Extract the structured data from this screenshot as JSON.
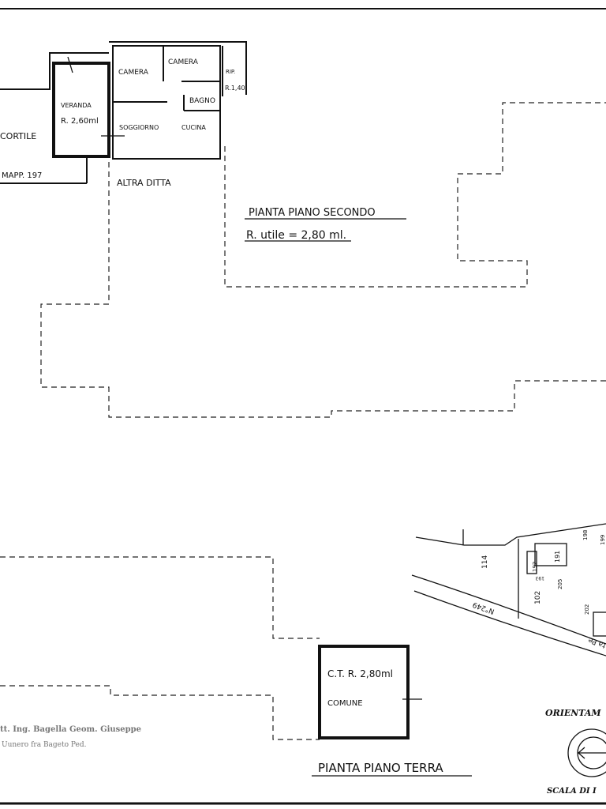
{
  "plan_second_floor": {
    "title": "PIANTA PIANO SECONDO",
    "height_note": "R. utile = 2,80 ml.",
    "rooms": {
      "camera_1": "CAMERA",
      "camera_2": "CAMERA",
      "rip": "RIP.",
      "rip_height": "R.1,40",
      "bagno": "BAGNO",
      "veranda": "VERANDA",
      "veranda_height": "R. 2,60ml",
      "soggiorno": "SOGGIORNO",
      "cucina": "CUCINA"
    },
    "surroundings": {
      "cortile": "CORTILE",
      "mapp": "MAPP. 197",
      "altra_ditta": "ALTRA DITTA"
    }
  },
  "plan_ground_floor": {
    "title": "PIANTA PIANO TERRA",
    "room_label": "C.T.  R. 2,80ml",
    "room_name": "COMUNE"
  },
  "site_map": {
    "parcels": [
      "114",
      "102",
      "191",
      "192",
      "198",
      "199",
      "205",
      "202",
      "193"
    ],
    "road_label": "N°249",
    "street_fragment": "ta Pe"
  },
  "legend": {
    "orientation": "ORIENTAM",
    "scale": "SCALA DI I"
  },
  "stamp": {
    "line1": "tt. Ing. Bagella Geom. Giuseppe",
    "line2": "Uunero fra Bageto  Ped."
  }
}
